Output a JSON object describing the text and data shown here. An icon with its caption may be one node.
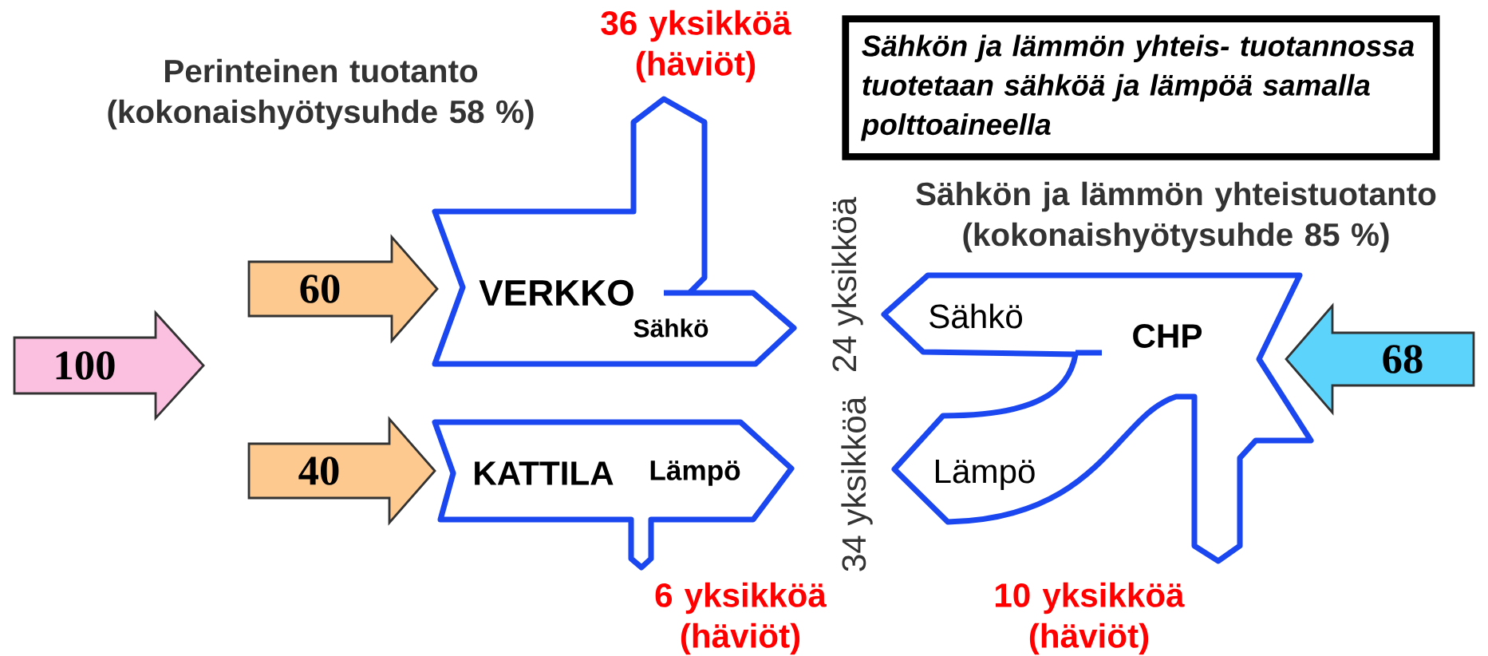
{
  "diagram": {
    "nodes": [
      {
        "text": [
          "100"
        ]
      },
      {
        "text": [
          "VERKKO",
          "Sähkö"
        ]
      },
      {
        "text": [
          "KATTILA",
          "Lämpö"
        ]
      },
      {
        "text": [
          "Sähkön ja lämmön yhteis- tuotannossa tuotetaan sähköä ja lämpöä samalla polttoaineella"
        ]
      },
      {
        "text": [
          "CHP",
          "Sähkö",
          "Lämpö"
        ]
      },
      {
        "text": [
          "68"
        ]
      }
    ],
    "edges": [
      {
        "from": 0,
        "to": 1,
        "arrow": "to",
        "label": "60"
      },
      {
        "from": 0,
        "to": 2,
        "arrow": "to",
        "label": "40"
      }
    ],
    "labels": [
      "36 yksikköä (häviöt)",
      "Perinteinen tuotanto (kokonaishyötysuhde 58 %)",
      "Sähkön ja lämmön yhteistuotanto (kokonaishyötysuhde 85 %)",
      "24 yksikköä",
      "34 yksikköä",
      "6 yksikköä (häviöt)",
      "10 yksikköä (häviöt)"
    ]
  }
}
